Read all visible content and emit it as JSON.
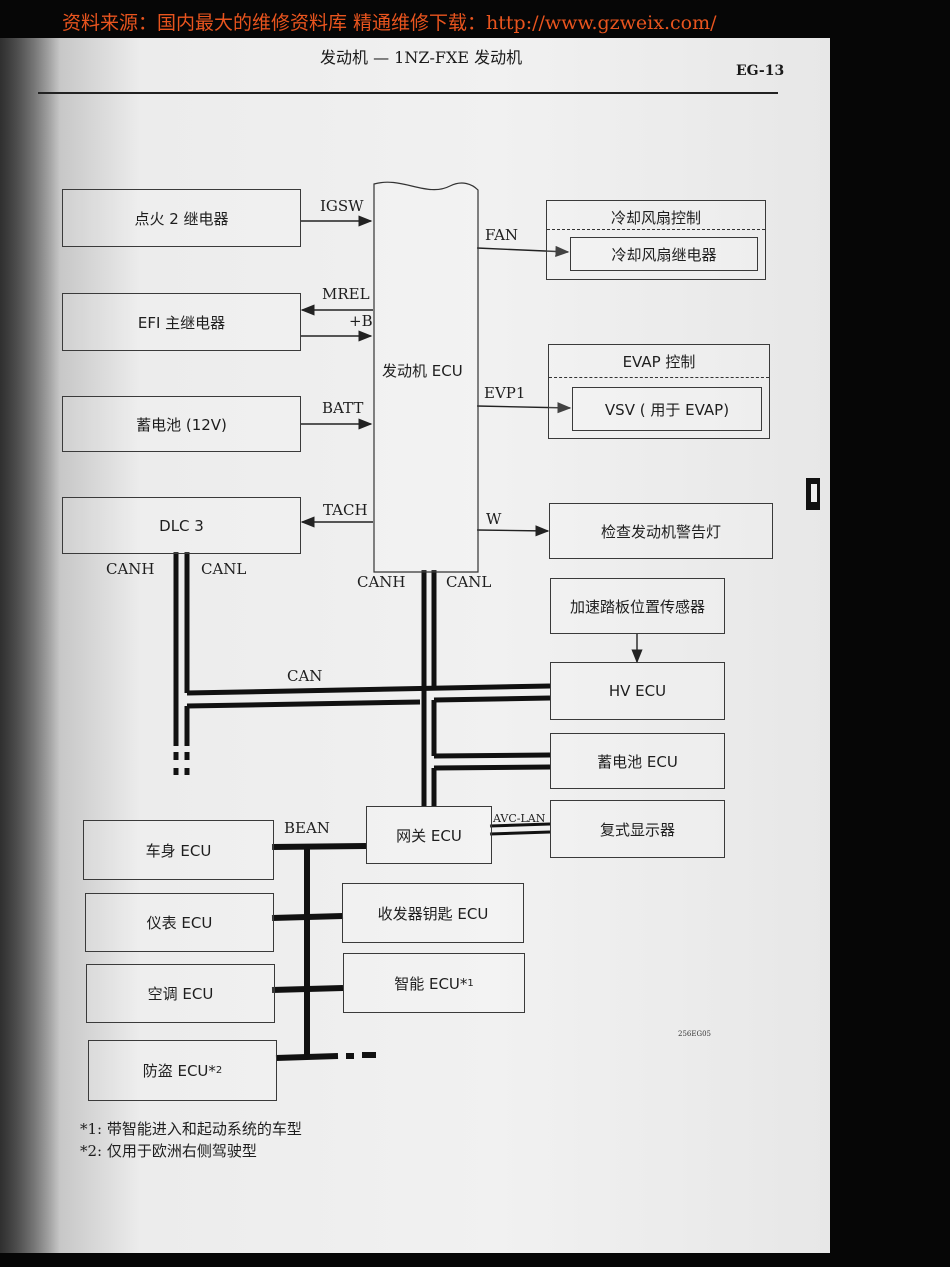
{
  "watermark": "资料来源：国内最大的维修资料库 精通维修下载：http://www.gzweix.com/",
  "page_header": {
    "title": "发动机 — 1NZ-FXE 发动机",
    "code": "EG-13"
  },
  "figure_code": "256EG05",
  "nodes": {
    "ignition_relay": "点火 2 继电器",
    "efi_relay": "EFI 主继电器",
    "battery": "蓄电池 (12V)",
    "dlc3": "DLC 3",
    "engine_ecu": "发动机 ECU",
    "fan_control": "冷却风扇控制",
    "fan_relay": "冷却风扇继电器",
    "evap_control": "EVAP 控制",
    "vsv": "VSV ( 用于 EVAP)",
    "check_engine_lamp": "检查发动机警告灯",
    "accel_sensor": "加速踏板位置传感器",
    "hv_ecu": "HV ECU",
    "battery_ecu": "蓄电池 ECU",
    "gateway_ecu": "网关 ECU",
    "multi_display": "复式显示器",
    "body_ecu": "车身 ECU",
    "meter_ecu": "仪表 ECU",
    "ac_ecu": "空调 ECU",
    "theft_ecu": "防盗 ECU*",
    "transceiver_ecu": "收发器钥匙 ECU",
    "smart_ecu": "智能 ECU*"
  },
  "superscripts": {
    "smart": "1",
    "theft": "2"
  },
  "signals": {
    "igsw": "IGSW",
    "mrel": "MREL",
    "plus_b": "+B",
    "batt": "BATT",
    "tach": "TACH",
    "fan": "FAN",
    "evp1": "EVP1",
    "w": "W",
    "canh_dlc": "CANH",
    "canl_dlc": "CANL",
    "canh_ecu": "CANH",
    "canl_ecu": "CANL",
    "can": "CAN",
    "bean": "BEAN",
    "avc_lan": "AVC-LAN"
  },
  "footnotes": [
    "*1: 带智能进入和起动系统的车型",
    "*2: 仅用于欧洲右侧驾驶型"
  ]
}
